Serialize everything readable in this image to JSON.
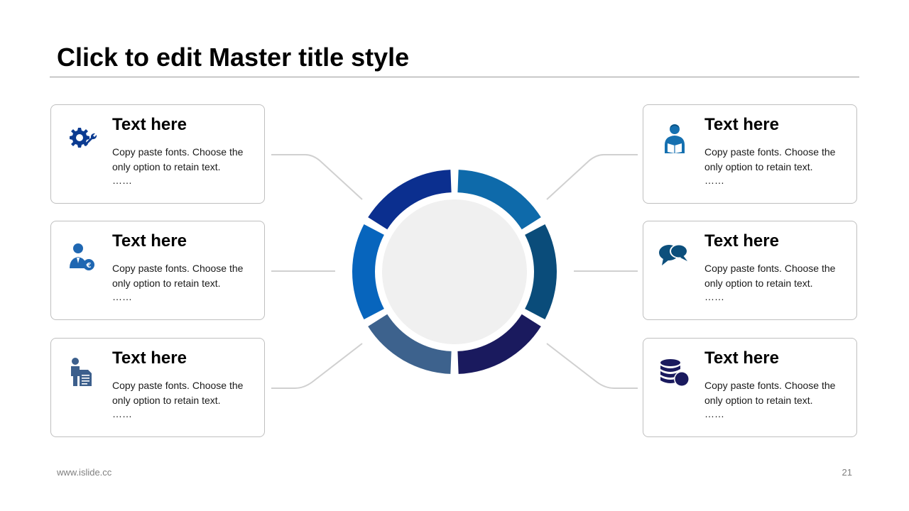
{
  "slide": {
    "title": "Click to edit Master title style",
    "footer_url": "www.islide.cc",
    "page_number": "21"
  },
  "cards": [
    {
      "heading": "Text here",
      "body": "Copy paste fonts. Choose the only option to retain text.",
      "ellipsis": "……",
      "icon": "gear-wrench-icon",
      "color": "#0b3b91"
    },
    {
      "heading": "Text here",
      "body": "Copy paste fonts. Choose the only option to retain text.",
      "ellipsis": "……",
      "icon": "businessman-euro-icon",
      "color": "#1f67b2"
    },
    {
      "heading": "Text here",
      "body": "Copy paste fonts. Choose the only option to retain text.",
      "ellipsis": "……",
      "icon": "person-document-icon",
      "color": "#3c5f8c"
    },
    {
      "heading": "Text here",
      "body": "Copy paste fonts. Choose the only option to retain text.",
      "ellipsis": "……",
      "icon": "reader-book-icon",
      "color": "#1570b0"
    },
    {
      "heading": "Text here",
      "body": "Copy paste fonts. Choose the only option to retain text.",
      "ellipsis": "……",
      "icon": "chat-bubbles-icon",
      "color": "#0c4f7c"
    },
    {
      "heading": "Text here",
      "body": "Copy paste fonts. Choose the only option to retain text.",
      "ellipsis": "……",
      "icon": "coins-stack-icon",
      "color": "#1a1a5e"
    }
  ],
  "ring": {
    "segments": [
      {
        "color": "#0b2f8f"
      },
      {
        "color": "#0e6aaa"
      },
      {
        "color": "#0a4c7a"
      },
      {
        "color": "#1a1a5e"
      },
      {
        "color": "#3d628d"
      },
      {
        "color": "#0765bd"
      }
    ],
    "center_color": "#f0f0f0",
    "connector_color": "#d0d0d0"
  }
}
